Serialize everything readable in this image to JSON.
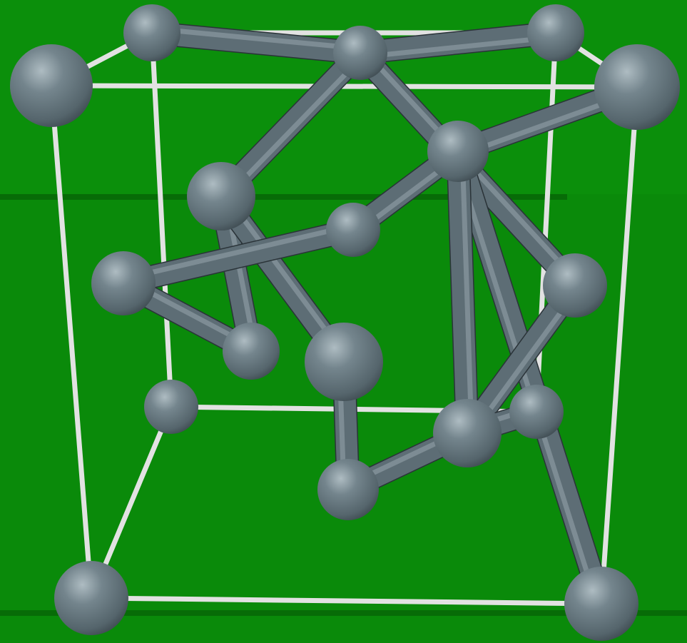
{
  "diagram": {
    "background_color": "#0a8a0a",
    "atom_color": "#62737b",
    "bond_color": "#5d6d75",
    "cell_edge_color": "#e2e2e2",
    "atoms": [
      {
        "id": "a1"
      },
      {
        "id": "a2"
      },
      {
        "id": "a3"
      },
      {
        "id": "a4"
      },
      {
        "id": "a5"
      },
      {
        "id": "a6"
      },
      {
        "id": "a7"
      },
      {
        "id": "a8"
      },
      {
        "id": "a9"
      },
      {
        "id": "a10"
      },
      {
        "id": "a11"
      },
      {
        "id": "a12"
      },
      {
        "id": "a13"
      },
      {
        "id": "a14"
      },
      {
        "id": "a15"
      },
      {
        "id": "a16"
      },
      {
        "id": "a17"
      },
      {
        "id": "a18"
      }
    ],
    "bonds": [
      [
        "a4",
        "a7"
      ],
      [
        "a3",
        "a7"
      ],
      [
        "a7",
        "a8"
      ],
      [
        "a7",
        "a13"
      ],
      [
        "a2",
        "a12"
      ],
      [
        "a6",
        "a12"
      ],
      [
        "a12",
        "a10"
      ],
      [
        "a12",
        "a15"
      ],
      [
        "a8",
        "a11"
      ],
      [
        "a8",
        "a16"
      ],
      [
        "a9",
        "a11"
      ],
      [
        "a9",
        "a10"
      ],
      [
        "a13",
        "a15"
      ],
      [
        "a15",
        "a18"
      ],
      [
        "a14",
        "a16"
      ],
      [
        "a14",
        "a15"
      ]
    ],
    "cell_edges": [
      [
        "a1",
        "a2"
      ],
      [
        "a1",
        "a3"
      ],
      [
        "a3",
        "a4"
      ],
      [
        "a2",
        "a4"
      ],
      [
        "a5",
        "a6"
      ],
      [
        "a5",
        "a17"
      ],
      [
        "a6",
        "a18"
      ],
      [
        "a17",
        "a18"
      ],
      [
        "a1",
        "a5"
      ],
      [
        "a2",
        "a6"
      ],
      [
        "a3",
        "a17"
      ],
      [
        "a4",
        "a18"
      ]
    ]
  }
}
